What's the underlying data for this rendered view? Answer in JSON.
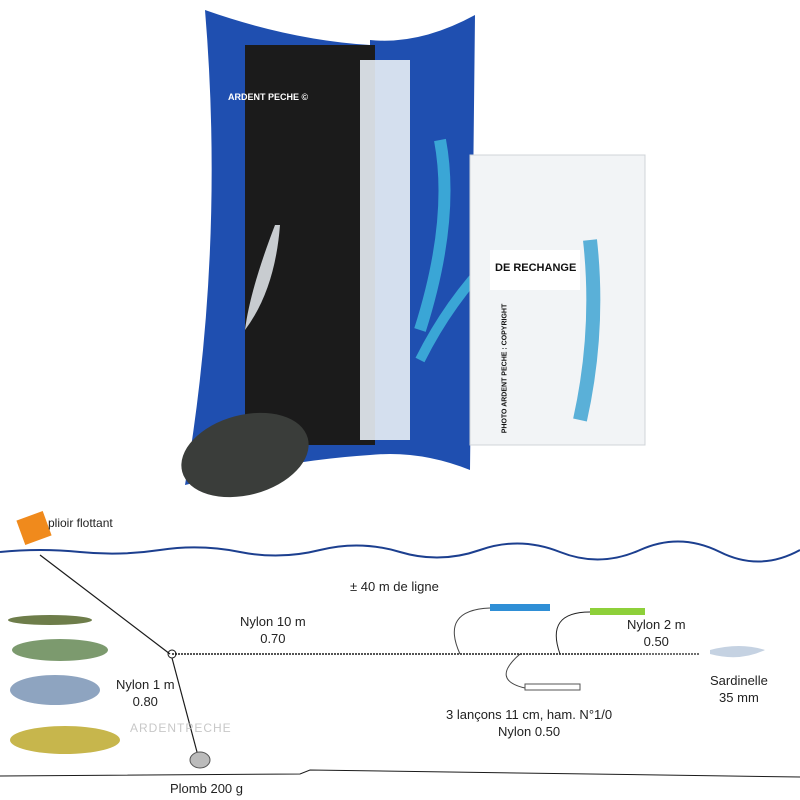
{
  "photo": {
    "watermark": "ARDENT PECHE ©",
    "bag_label": "DE RECHANGE",
    "bag_copyright": "PHOTO ARDENT PECHE : COPYRIGHT"
  },
  "diagram": {
    "float_label": "plioir flottant",
    "line_length": "± 40 m de ligne",
    "main_nylon": {
      "line1": "Nylon 10 m",
      "line2": "0.70"
    },
    "sinker_nylon": {
      "line1": "Nylon 1 m",
      "line2": "0.80"
    },
    "sinker": "Plomb 200 g",
    "end_nylon": {
      "line1": "Nylon 2 m",
      "line2": "0.50"
    },
    "spoon": {
      "line1": "Sardinelle",
      "line2": "35 mm"
    },
    "leaders": {
      "line1": "3 lançons 11 cm, ham. N°1/0",
      "line2": "Nylon 0.50"
    },
    "logo": "ARDENTPECHE"
  },
  "colors": {
    "reel_blue": "#1f4fb0",
    "line_black": "#1b1b1b",
    "water": "#1c3f8f",
    "float_orange": "#f08a1c"
  }
}
